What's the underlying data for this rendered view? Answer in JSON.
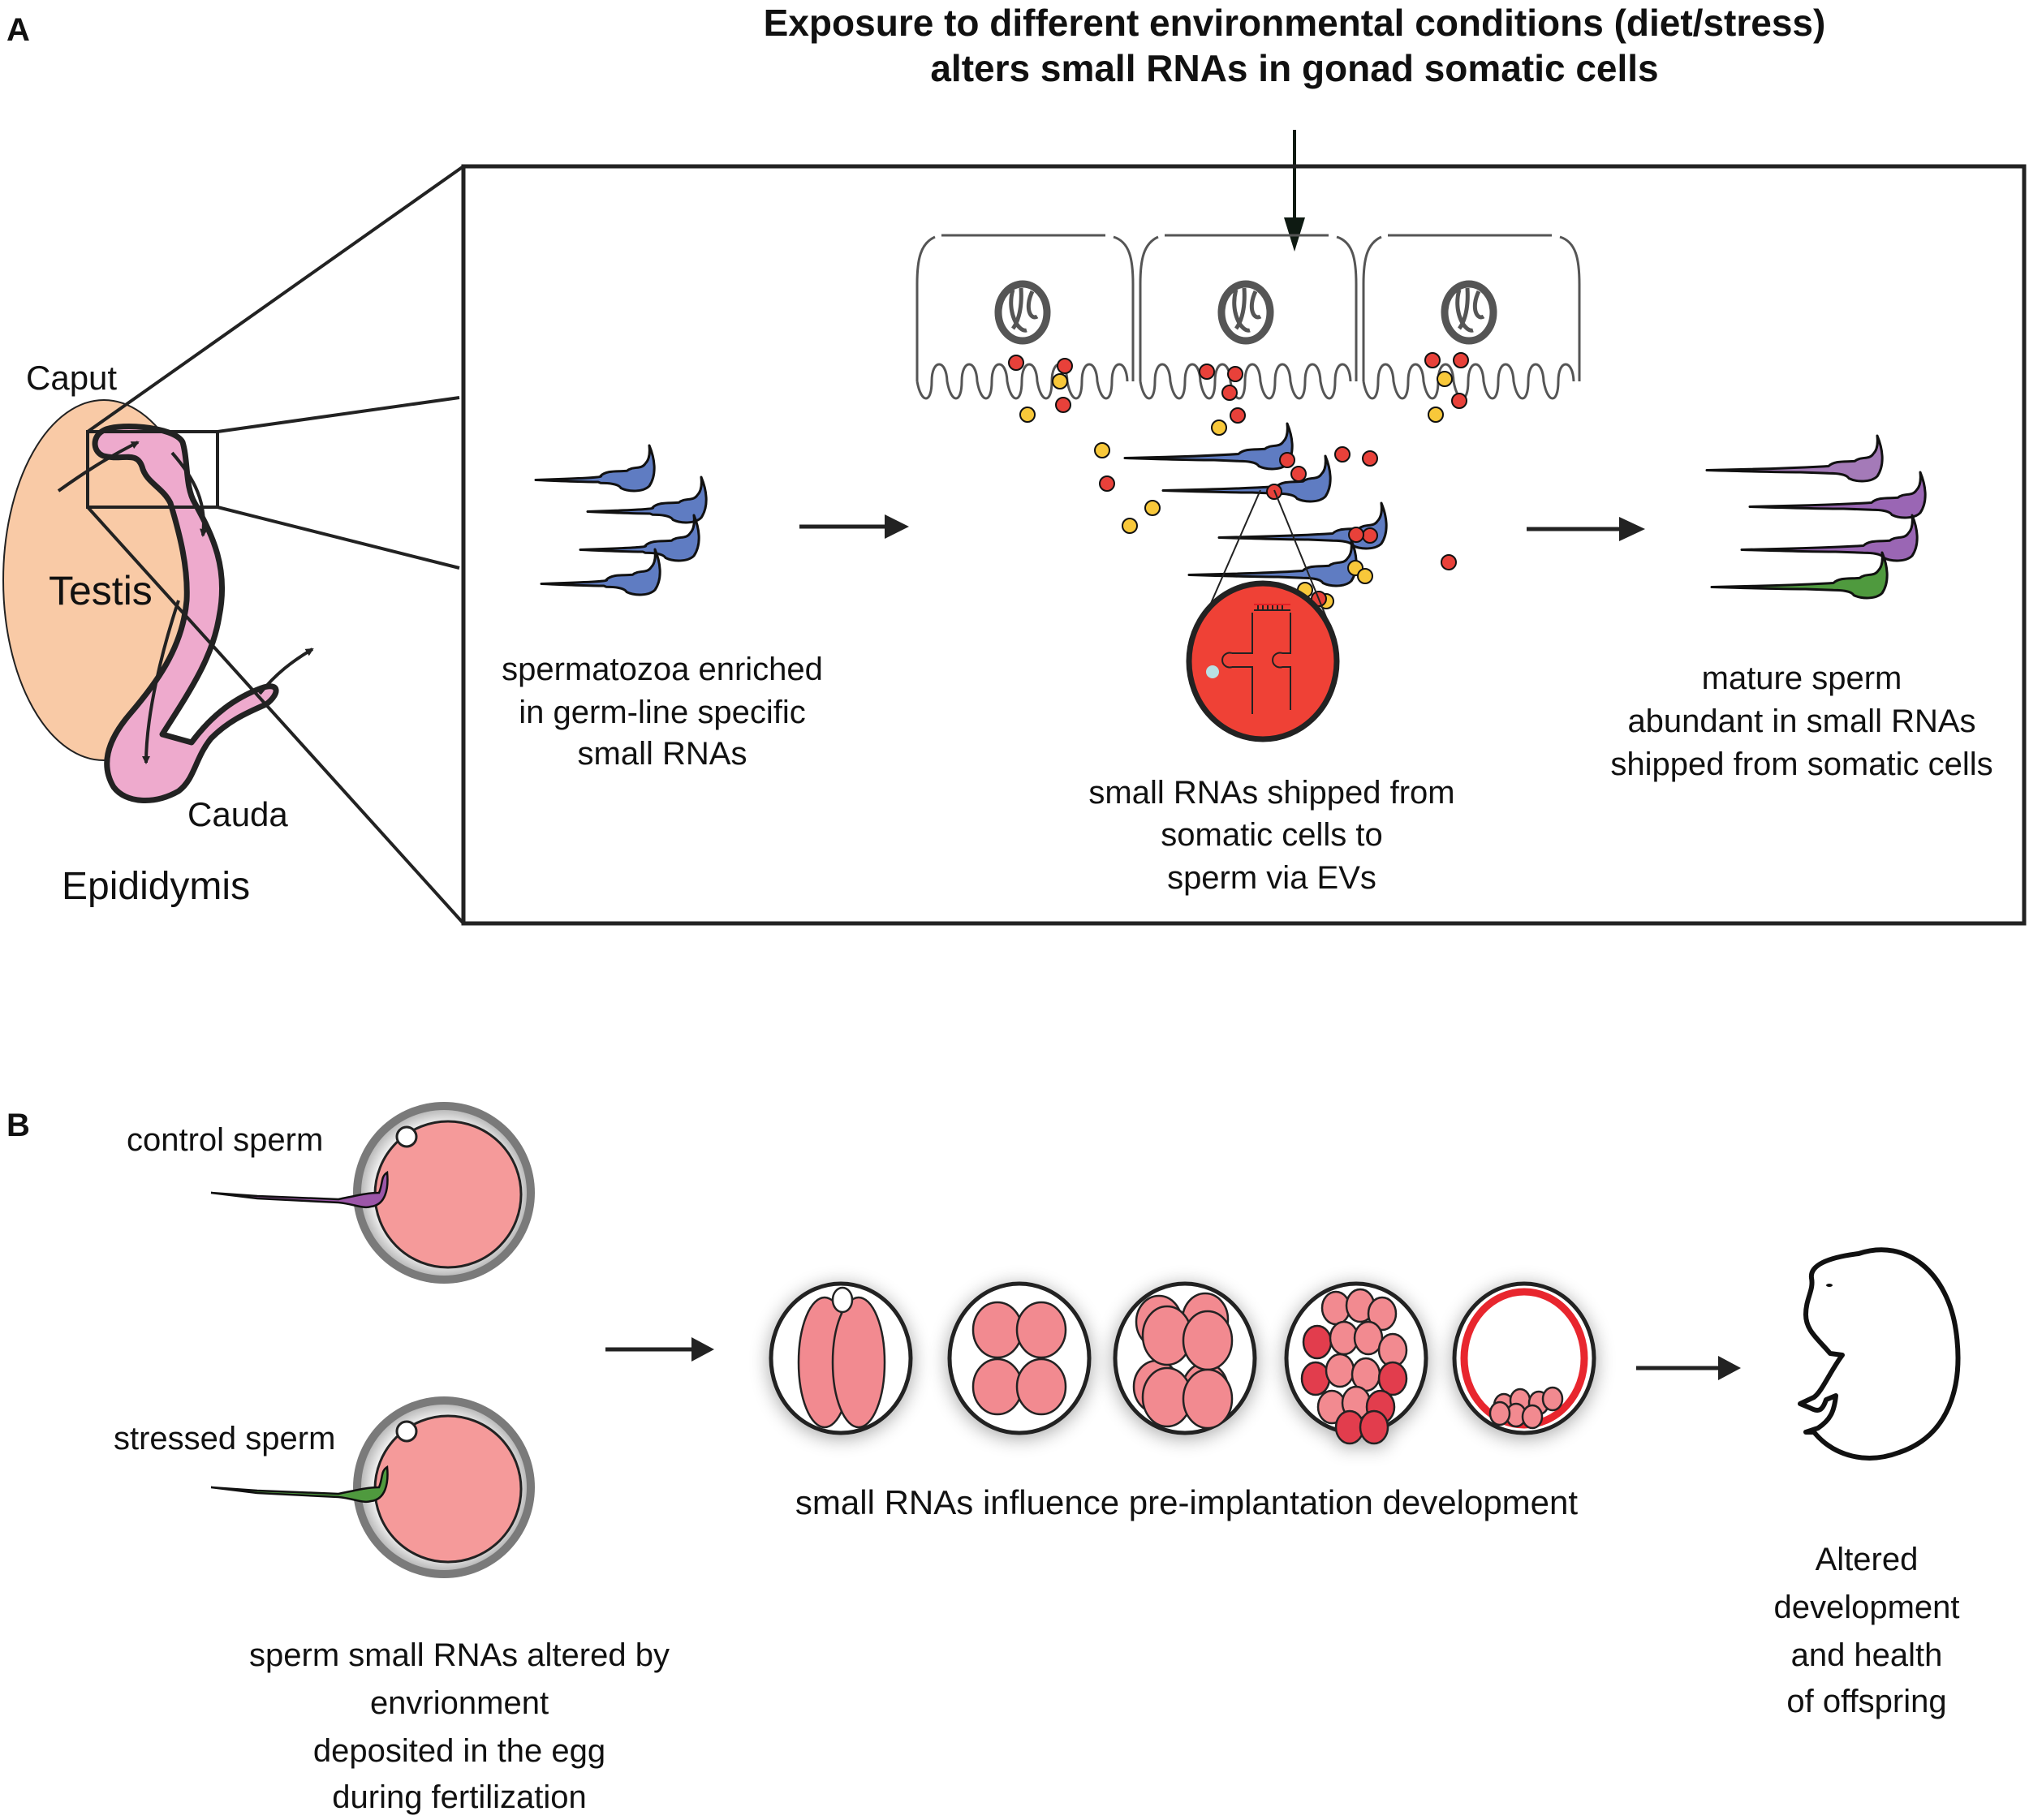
{
  "panel_a": {
    "label": "A",
    "title_line1": "Exposure to different environmental conditions (diet/stress)",
    "title_line2": "alters small RNAs in gonad somatic cells",
    "anatomy": {
      "caput": "Caput",
      "testis": "Testis",
      "cauda": "Cauda",
      "epididymis": "Epididymis"
    },
    "stage1_text": [
      "spermatozoa enriched",
      "in germ-line specific",
      "small RNAs"
    ],
    "stage2_text": [
      "small RNAs shipped from",
      "somatic cells to",
      "sperm via EVs"
    ],
    "stage3_text": [
      "mature sperm",
      "abundant in small RNAs",
      "shipped from somatic cells"
    ]
  },
  "panel_b": {
    "label": "B",
    "control_label": "control sperm",
    "stressed_label": "stressed sperm",
    "fertilization_text": [
      "sperm small RNAs altered by",
      "envrionment",
      "deposited in the egg",
      "during fertilization"
    ],
    "development_text": "small RNAs influence pre-implantation development",
    "outcome_text": [
      "Altered",
      "development",
      "and health",
      "of offspring"
    ]
  },
  "colors": {
    "testis": "#f9caa6",
    "epididymis": "#eeaacd",
    "sperm_immature": "#5f7cc2",
    "sperm_mature_purple": "#9a66b4",
    "sperm_stressed_green": "#4f9a3e",
    "ev_red": "#e8413a",
    "ev_yellow": "#f8c83a",
    "egg": "#f59a9a",
    "blastomere": "#f28a90",
    "blastomere_dark": "#e23c4e",
    "trophectoderm": "#e8252e"
  }
}
